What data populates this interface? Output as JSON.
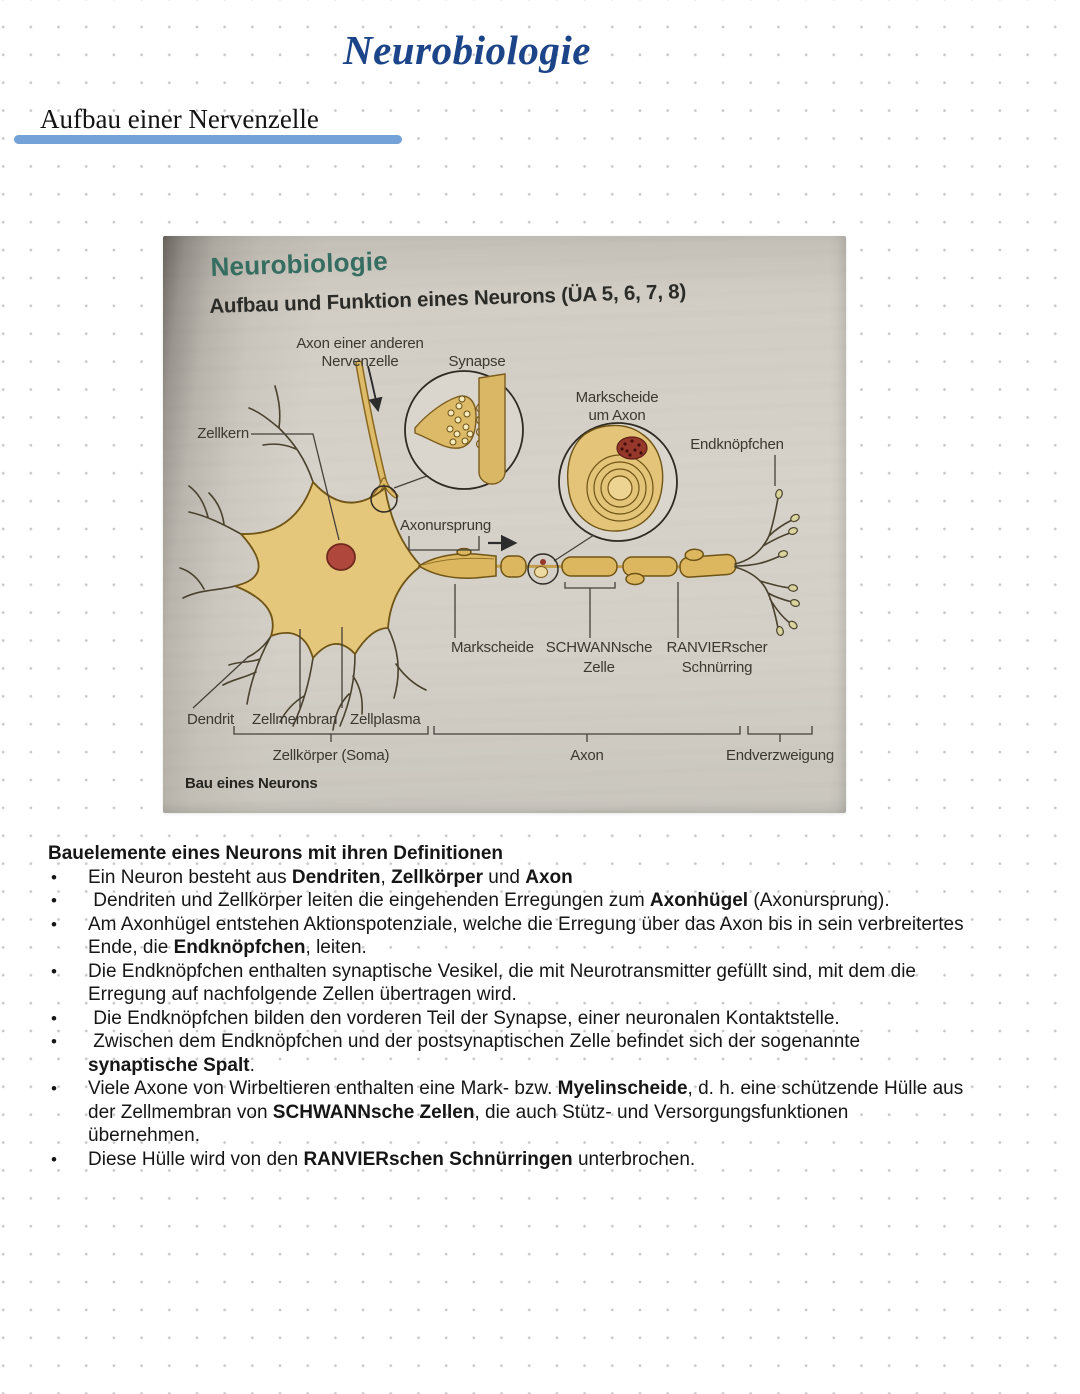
{
  "page": {
    "title": "Neurobiologie",
    "section_heading": "Aufbau einer Nervenzelle"
  },
  "colors": {
    "title_blue": "#1c4489",
    "underline_blue": "#72a2d8",
    "book_teal": "#356e60",
    "neuron_fill": "#dcb75f",
    "nucleus_red": "#96372c"
  },
  "photo": {
    "book_title": "Neurobiologie",
    "book_subtitle": "Aufbau und Funktion eines Neurons (ÜA 5, 6, 7, 8)",
    "caption": "Bau eines Neurons",
    "labels": {
      "incoming_axon_line1": "Axon einer anderen",
      "incoming_axon_line2": "Nervenzelle",
      "synapse": "Synapse",
      "myelin_inset_line1": "Markscheide",
      "myelin_inset_line2": "um Axon",
      "zellkern": "Zellkern",
      "axonursprung": "Axonursprung",
      "endknoepfchen": "Endknöpfchen",
      "markscheide": "Markscheide",
      "schwann_line1": "SCHWANNsche",
      "schwann_line2": "Zelle",
      "ranvier_line1": "RANVIERscher",
      "ranvier_line2": "Schnürring",
      "dendrit": "Dendrit",
      "zellmembran": "Zellmembran",
      "zellplasma": "Zellplasma",
      "soma_bracket": "Zellkörper (Soma)",
      "axon_bracket": "Axon",
      "endverzweigung_bracket": "Endverzweigung"
    }
  },
  "content": {
    "heading": "Bauelemente eines Neurons mit ihren Definitionen",
    "marker": "•",
    "bullets": [
      {
        "segments": [
          {
            "t": "Ein Neuron besteht aus "
          },
          {
            "t": "Dendriten",
            "b": 1
          },
          {
            "t": ", "
          },
          {
            "t": "Zellkörper",
            "b": 1
          },
          {
            "t": " und "
          },
          {
            "t": "Axon",
            "b": 1
          }
        ]
      },
      {
        "segments": [
          {
            "t": " Dendriten und Zellkörper leiten die eingehenden Erregungen zum "
          },
          {
            "t": "Axonhügel",
            "b": 1
          },
          {
            "t": " (Axonursprung)."
          }
        ]
      },
      {
        "segments": [
          {
            "t": "Am Axonhügel entstehen Aktionspotenziale, welche die Erregung über das Axon bis in sein verbreitertes\nEnde, die "
          },
          {
            "t": "Endknöpfchen",
            "b": 1
          },
          {
            "t": ", leiten."
          }
        ]
      },
      {
        "segments": [
          {
            "t": "Die Endknöpfchen enthalten synaptische Vesikel, die mit Neurotransmitter gefüllt sind, mit dem die\nErregung auf nachfolgende Zellen übertragen wird."
          }
        ]
      },
      {
        "segments": [
          {
            "t": " Die Endknöpfchen bilden den vorderen Teil der Synapse, einer neuronalen Kontaktstelle."
          }
        ]
      },
      {
        "segments": [
          {
            "t": " Zwischen dem Endknöpfchen und der postsynaptischen Zelle befindet sich der sogenannte\n"
          },
          {
            "t": "synaptische Spalt",
            "b": 1
          },
          {
            "t": "."
          }
        ]
      },
      {
        "segments": [
          {
            "t": "Viele Axone von Wirbeltieren enthalten eine Mark- bzw. "
          },
          {
            "t": "Myelinscheide",
            "b": 1
          },
          {
            "t": ", d. h. eine schützende Hülle aus\nder Zellmembran von "
          },
          {
            "t": "SCHWANNsche Zellen",
            "b": 1
          },
          {
            "t": ", die auch Stütz- und Versorgungsfunktionen\nübernehmen."
          }
        ]
      },
      {
        "segments": [
          {
            "t": "Diese Hülle wird von den "
          },
          {
            "t": "RANVIERschen Schnürringen",
            "b": 1
          },
          {
            "t": " unterbrochen."
          }
        ]
      }
    ]
  }
}
